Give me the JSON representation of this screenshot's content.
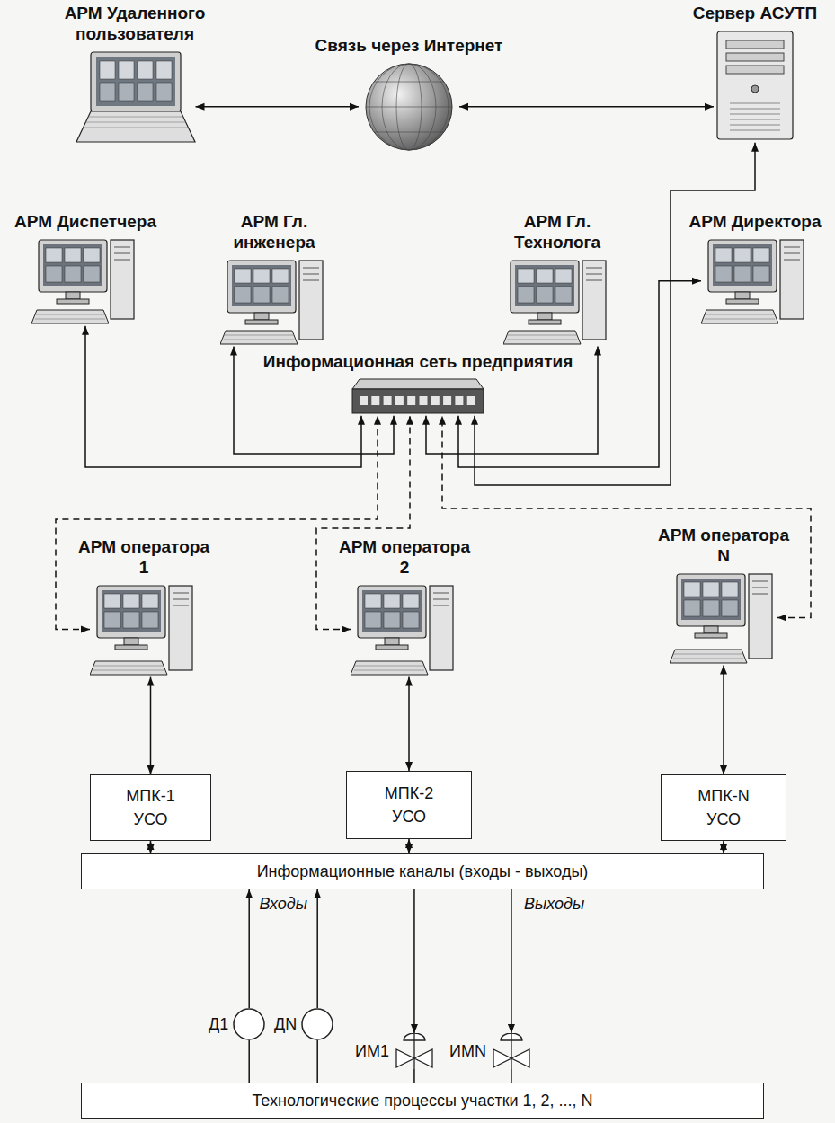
{
  "diagram": {
    "nodes": [
      {
        "text": [
          "АРМ Удаленного пользователя"
        ]
      },
      {
        "text": [
          "Связь через Интернет"
        ]
      },
      {
        "text": [
          "Сервер АСУТП"
        ]
      },
      {
        "text": [
          "АРМ Диспетчера"
        ]
      },
      {
        "text": [
          "АРМ Гл. инженера"
        ]
      },
      {
        "text": [
          "АРМ Гл. Технолога"
        ]
      },
      {
        "text": [
          "АРМ Директора"
        ]
      },
      {
        "text": [
          "Информационная сеть предприятия"
        ]
      },
      {
        "text": [
          "АРМ оператора 1"
        ]
      },
      {
        "text": [
          "АРМ оператора 2"
        ]
      },
      {
        "text": [
          "АРМ оператора N"
        ]
      },
      {
        "text": [
          "МПК-1",
          "УСО"
        ]
      },
      {
        "text": [
          "МПК-2",
          "УСО"
        ]
      },
      {
        "text": [
          "МПК-N",
          "УСО"
        ]
      },
      {
        "text": [
          "Информационные каналы (входы - выходы)"
        ]
      },
      {
        "text": [
          "Д1"
        ]
      },
      {
        "text": [
          "ДN"
        ]
      },
      {
        "text": [
          "ИМ1"
        ]
      },
      {
        "text": [
          "ИМN"
        ]
      },
      {
        "text": [
          "Технологические процессы участки 1, 2, ..., N"
        ]
      }
    ],
    "edges": [
      {
        "from": 0,
        "to": 1,
        "arrow": "both"
      },
      {
        "from": 1,
        "to": 2,
        "arrow": "both"
      },
      {
        "from": 3,
        "to": 7,
        "arrow": "both"
      },
      {
        "from": 8,
        "to": 7,
        "arrow": "both"
      },
      {
        "from": 4,
        "to": 7,
        "arrow": "both"
      },
      {
        "from": 9,
        "to": 7,
        "arrow": "both"
      },
      {
        "from": 5,
        "to": 7,
        "arrow": "both"
      },
      {
        "from": 10,
        "to": 7,
        "arrow": "both"
      },
      {
        "from": 6,
        "to": 7,
        "arrow": "both"
      },
      {
        "from": 2,
        "to": 7,
        "arrow": "both"
      },
      {
        "from": 8,
        "to": 11,
        "arrow": "both"
      },
      {
        "from": 9,
        "to": 12,
        "arrow": "both"
      },
      {
        "from": 10,
        "to": 13,
        "arrow": "both"
      },
      {
        "from": 11,
        "to": 14,
        "arrow": "both"
      },
      {
        "from": 12,
        "to": 14,
        "arrow": "both"
      },
      {
        "from": 13,
        "to": 14,
        "arrow": "both"
      },
      {
        "from": 15,
        "to": 14,
        "arrow": "to"
      },
      {
        "from": 16,
        "to": 14,
        "arrow": "to"
      },
      {
        "from": 14,
        "to": 17,
        "arrow": "to"
      },
      {
        "from": 14,
        "to": 18,
        "arrow": "to"
      },
      {
        "from": 17,
        "to": 19,
        "arrow": "none"
      },
      {
        "from": 18,
        "to": 19,
        "arrow": "none"
      },
      {
        "from": 15,
        "to": 19,
        "arrow": "none"
      },
      {
        "from": 16,
        "to": 19,
        "arrow": "none"
      }
    ],
    "labels": [
      "Входы",
      "Выходы"
    ]
  }
}
